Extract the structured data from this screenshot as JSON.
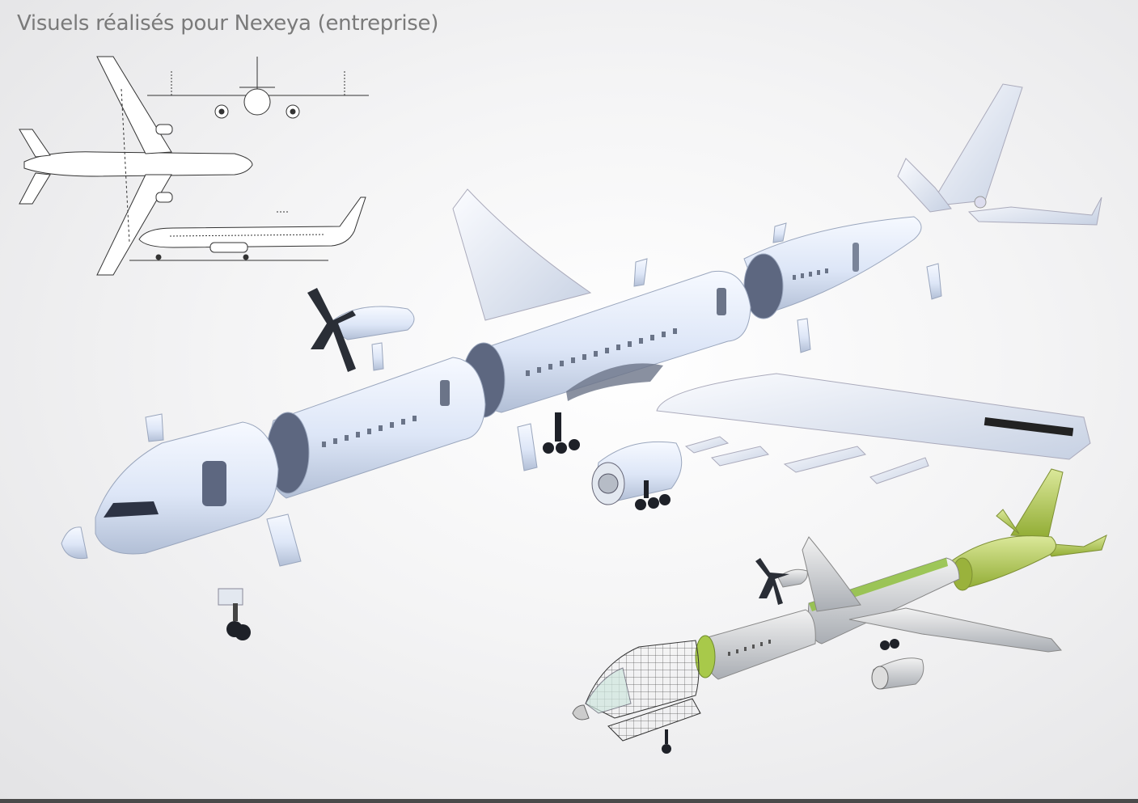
{
  "page": {
    "title": "Visuels réalisés pour Nexeya (entreprise)"
  },
  "scene": {
    "blueprint": "three-view aircraft drawing",
    "exploded_model": "exploded aircraft model",
    "green_model": "cutaway aircraft model"
  },
  "colors": {
    "background": "#f2f2f3",
    "title": "#7a7a7a",
    "fuselage": "#dfe8f8",
    "green_section": "#b3cc55",
    "rule": "#4a4a4a"
  }
}
